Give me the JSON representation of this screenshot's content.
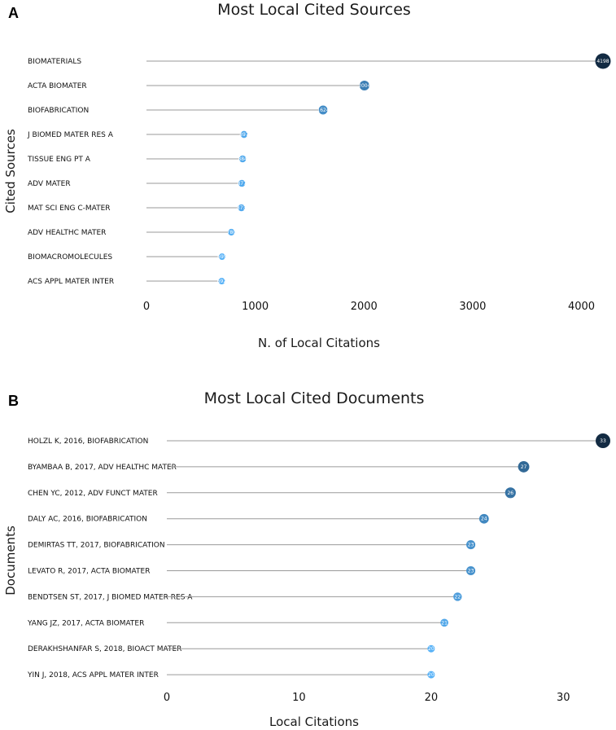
{
  "chart_data": [
    {
      "type": "lollipop",
      "panel": "A",
      "title": "Most Local Cited Sources",
      "xlabel": "N. of Local Citations",
      "ylabel": "Cited Sources",
      "xlim": [
        0,
        4198
      ],
      "xticks": [
        "0",
        "1000",
        "2000",
        "3000",
        "4000"
      ],
      "xtick_values": [
        0,
        1000,
        2000,
        3000,
        4000
      ],
      "grid": false,
      "categories": [
        "BIOMATERIALS",
        "ACTA BIOMATER",
        "BIOFABRICATION",
        "J BIOMED MATER RES A",
        "TISSUE ENG PT A",
        "ADV MATER",
        "MAT SCI ENG C-MATER",
        "ADV HEALTHC MATER",
        "BIOMACROMOLECULES",
        "ACS APPL MATER INTER"
      ],
      "values": [
        4198,
        2004,
        1624,
        897,
        884,
        877,
        873,
        780,
        695,
        692
      ],
      "color_scale": [
        "#56B1F7",
        "#132B43"
      ]
    },
    {
      "type": "lollipop",
      "panel": "B",
      "title": "Most Local Cited Documents",
      "xlabel": "Local Citations",
      "ylabel": "Documents",
      "xlim": [
        0,
        33
      ],
      "xticks": [
        "0",
        "10",
        "20",
        "30"
      ],
      "xtick_values": [
        0,
        10,
        20,
        30
      ],
      "grid": false,
      "categories": [
        "HOLZL K, 2016, BIOFABRICATION",
        "BYAMBAA B, 2017, ADV HEALTHC MATER",
        "CHEN YC, 2012, ADV FUNCT MATER",
        "DALY AC, 2016, BIOFABRICATION",
        "DEMIRTAS TT, 2017, BIOFABRICATION",
        "LEVATO R, 2017, ACTA BIOMATER",
        "BENDTSEN ST, 2017, J BIOMED MATER RES A",
        "YANG JZ, 2017, ACTA BIOMATER",
        "DERAKHSHANFAR S, 2018, BIOACT MATER",
        "YIN J, 2018, ACS APPL MATER INTER"
      ],
      "values": [
        33,
        27,
        26,
        24,
        23,
        23,
        22,
        21,
        20,
        20
      ],
      "color_scale": [
        "#56B1F7",
        "#132B43"
      ]
    }
  ]
}
